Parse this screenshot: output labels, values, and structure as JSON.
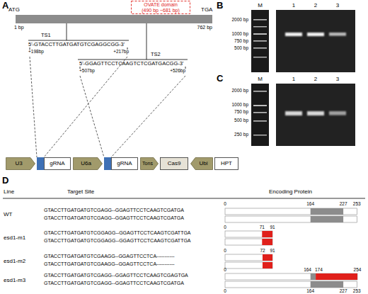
{
  "diagram": {
    "nodes": [
      {
        "text": [
          "OVATE domain",
          "(490 bp ~681 bp)"
        ]
      },
      {
        "text": [
          "U3"
        ]
      },
      {
        "text": [
          "gRNA"
        ]
      },
      {
        "text": [
          "U6a"
        ]
      },
      {
        "text": [
          "gRNA"
        ]
      },
      {
        "text": [
          "Tons"
        ]
      },
      {
        "text": [
          "Cas9"
        ]
      },
      {
        "text": [
          "Ubi"
        ]
      },
      {
        "text": [
          "HPT"
        ]
      }
    ],
    "labels": [
      "A",
      "ATG",
      "TGA",
      "1 bp",
      "762 bp",
      "TS1",
      "5'-GTACCTTGATGATGTCGAGGCGG-3'",
      "+198bp",
      "+217bp",
      "TS2",
      "5'-GGAGTTCCTCAAGTCTCGATGACGG-3'",
      "+507bp",
      "+526bp",
      "B",
      "M",
      "1",
      "2",
      "3",
      "2000 bp",
      "1000 bp",
      "750 bp",
      "500 bp",
      "C",
      "M",
      "1",
      "2",
      "3",
      "2000 bp",
      "1000 bp",
      "750 bp",
      "500 bp",
      "250 bp",
      "D",
      "Line",
      "Target Site",
      "Encoding Protein",
      "WT",
      "GTACCTTGATGATGTCGAGG--GGAGTTCCTCAAGTCGATGA",
      "GTACCTTGATGATGTCGAGG--GGAGTTCCTCAAGTCGATGA",
      "0",
      "164",
      "227",
      "253",
      "esd1-m1",
      "GTACCTTGATGATGTCGGAGG--GGAGTTCCTCAAGTCGATTGA",
      "GTACCTTGATGATGTCGGAGG--GGAGTTCCTCAAGTCGATTGA",
      "0",
      "71",
      "91",
      "esd1-m2",
      "GTACCTTGATGATGTCGAAGG--GGAGTTCCTCA-----------",
      "GTACCTTGATGATGTCGAAGG--GGAGTTCCTCA-----------",
      "0",
      "72",
      "91",
      "esd1-m3",
      "GTACCTTGATGATGTCGAGG--GGAGTTCCTCAAGTCGAGTGA",
      "GTACCTTGATGATGTCGAGG--GGAGTTCCTCAAGTCGATGA",
      "0",
      "164",
      "174",
      "254",
      "0",
      "164",
      "227",
      "253"
    ]
  }
}
